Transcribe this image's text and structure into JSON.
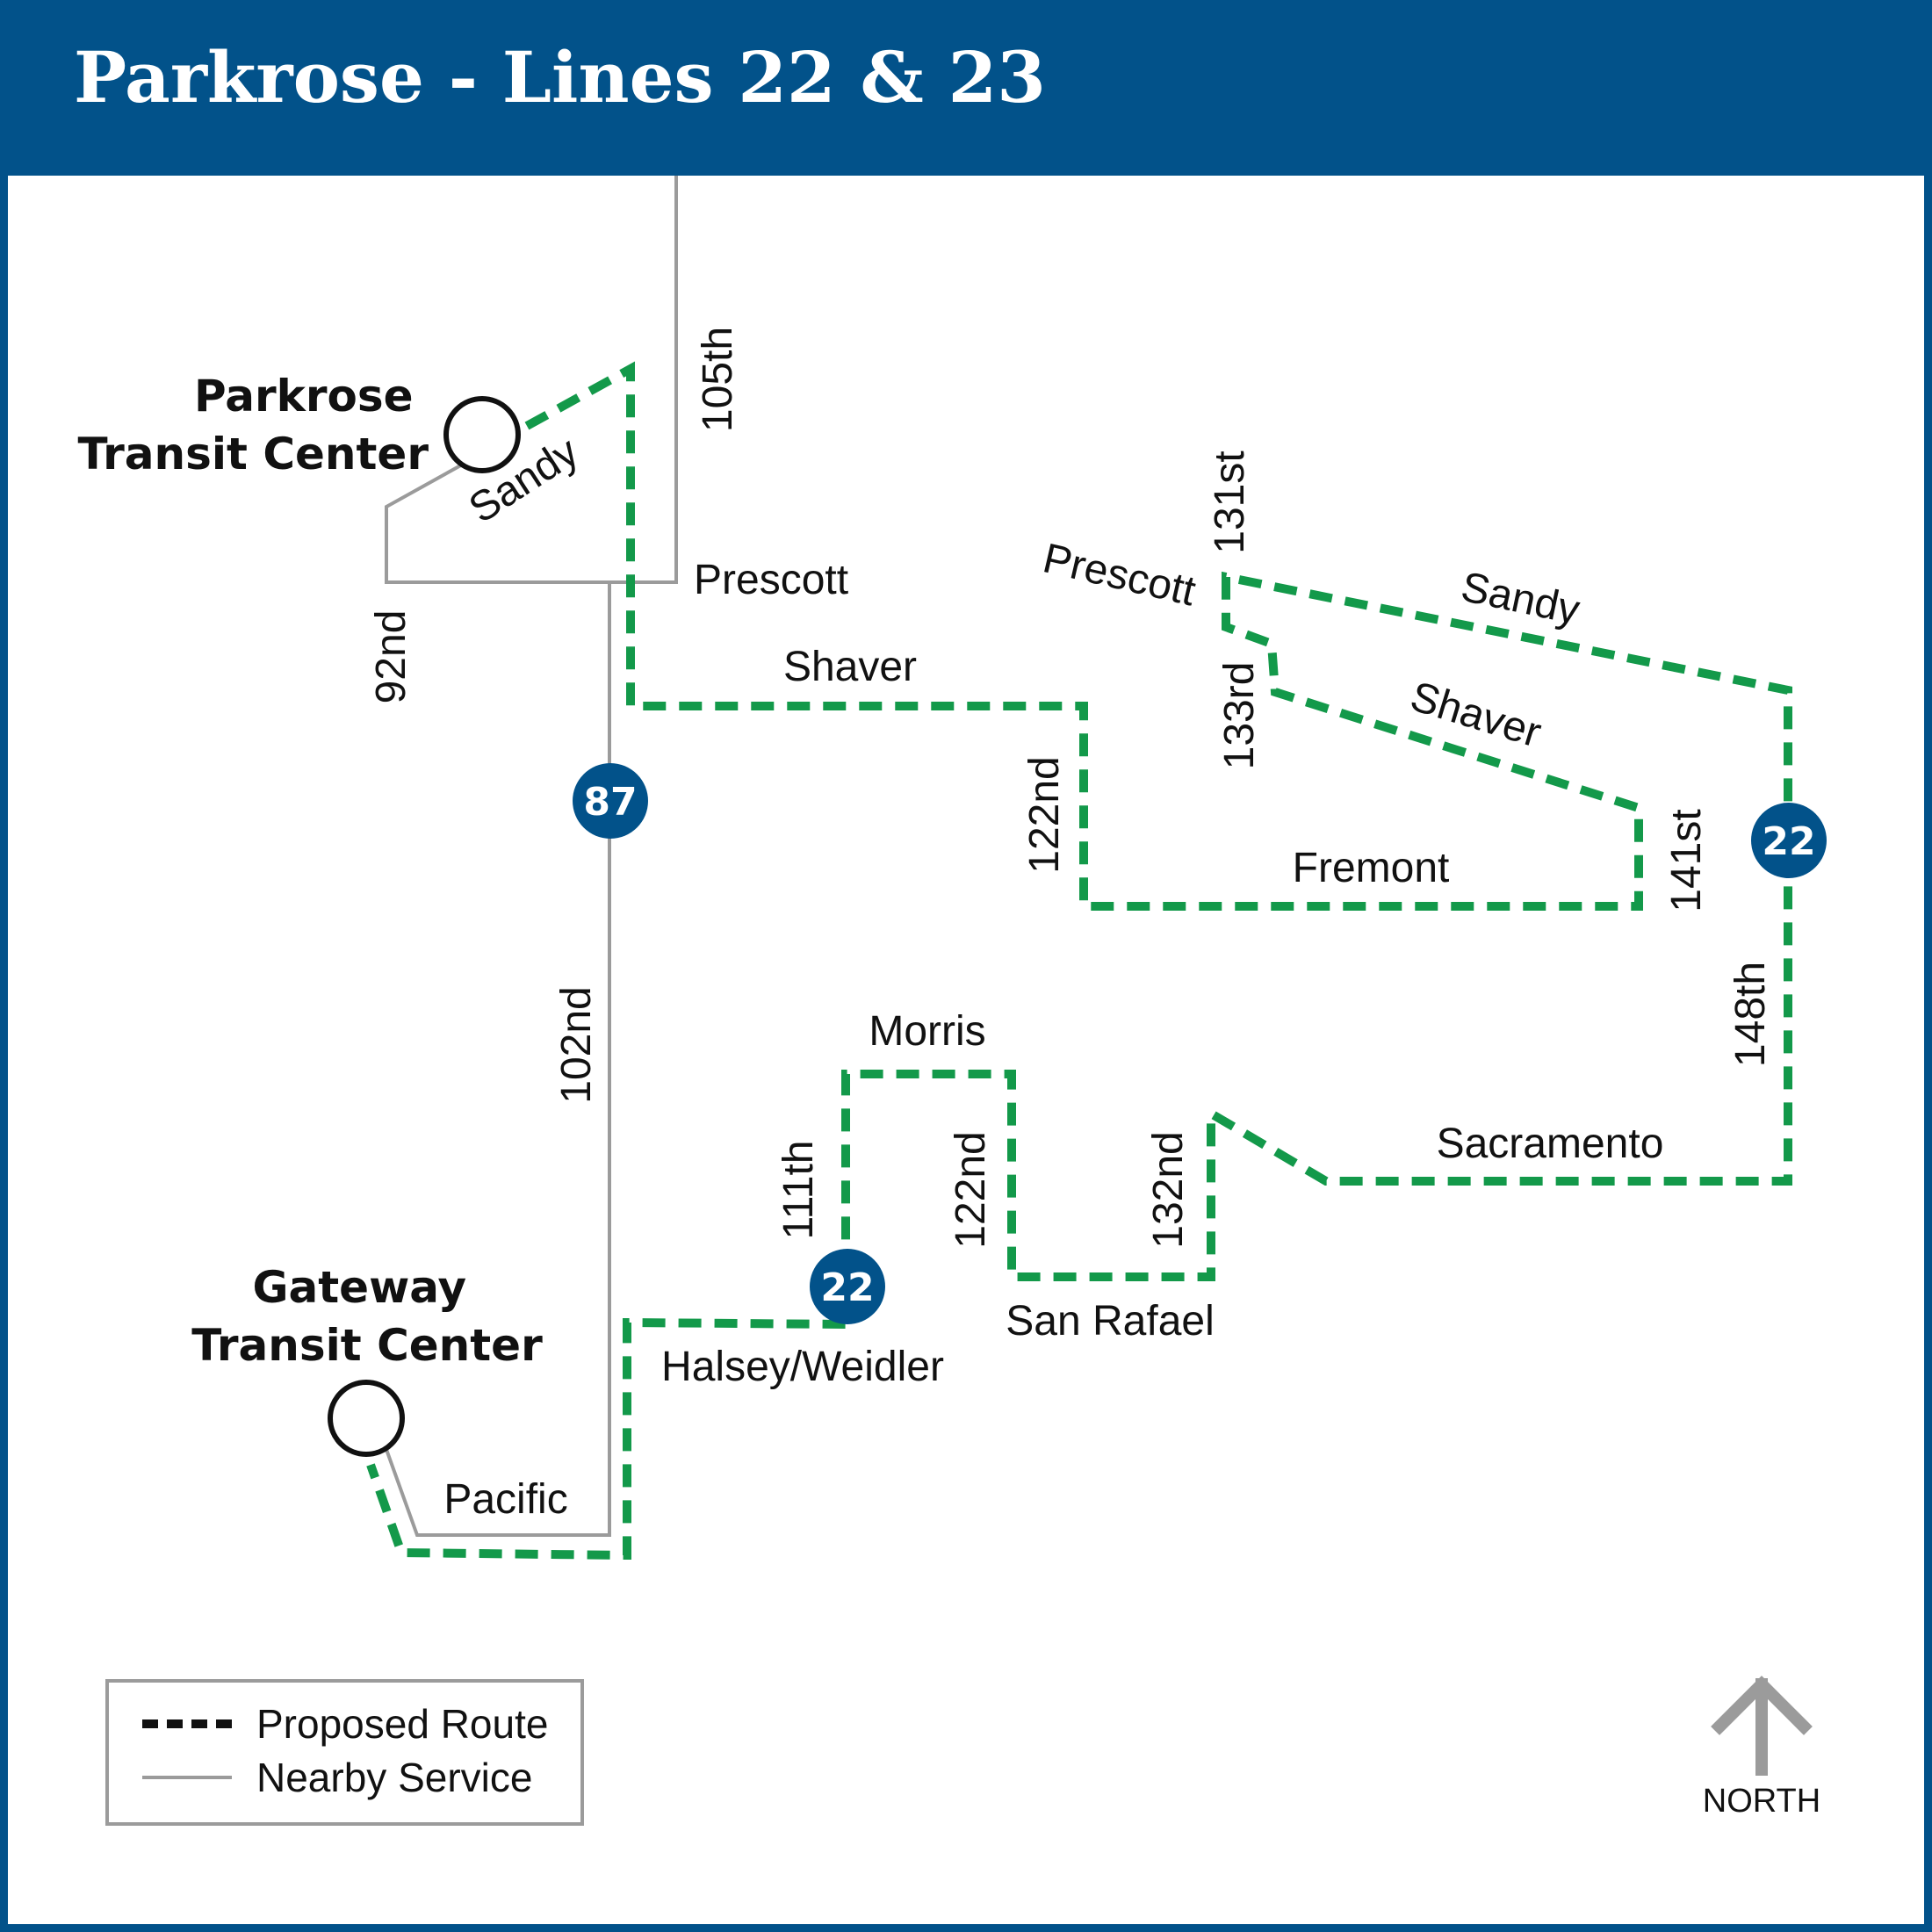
{
  "title": "Parkrose - Lines 22 & 23",
  "colors": {
    "header": "#02528a",
    "proposed_route": "#13994a",
    "nearby_service": "#9b9b9b",
    "badge": "#02528a"
  },
  "places": {
    "parkrose": [
      "Parkrose",
      "Transit Center"
    ],
    "gateway": [
      "Gateway",
      "Transit Center"
    ]
  },
  "streets": {
    "sandy_west": "Sandy",
    "street_105th": "105th",
    "prescott_west": "Prescott",
    "street_92nd": "92nd",
    "shaver_west": "Shaver",
    "street_131st": "131st",
    "prescott_east": "Prescott",
    "sandy_east": "Sandy",
    "street_133rd": "133rd",
    "shaver_east": "Shaver",
    "street_122nd_north": "122nd",
    "fremont": "Fremont",
    "street_141st": "141st",
    "street_148th": "148th",
    "street_102nd": "102nd",
    "morris": "Morris",
    "street_111th": "111th",
    "street_122nd_south": "122nd",
    "street_132nd": "132nd",
    "sacramento": "Sacramento",
    "san_rafael": "San Rafael",
    "halsey_weidler": "Halsey/Weidler",
    "pacific": "Pacific"
  },
  "route_badges": {
    "line_87": "87",
    "line_22_east": "22",
    "line_22_south": "22"
  },
  "legend": {
    "proposed_route": "Proposed Route",
    "nearby_service": "Nearby Service"
  },
  "north_label": "NORTH"
}
